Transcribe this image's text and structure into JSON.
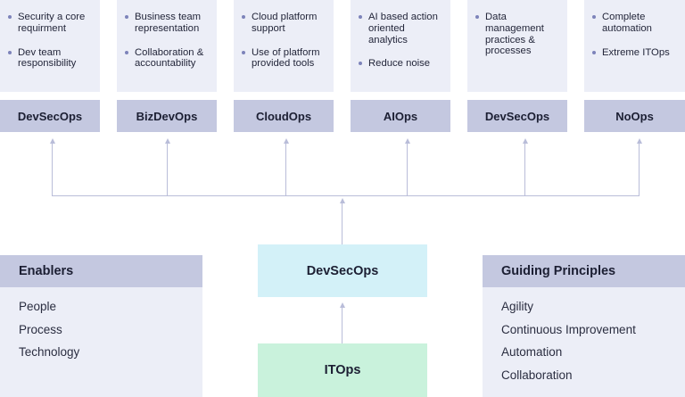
{
  "top_cards": [
    {
      "tile_label": "DevSecOps",
      "bullets": [
        "Security a core requirment",
        "Dev team responsibility"
      ]
    },
    {
      "tile_label": "BizDevOps",
      "bullets": [
        "Business team representation",
        "Collaboration & accountability"
      ]
    },
    {
      "tile_label": "CloudOps",
      "bullets": [
        "Cloud platform support",
        "Use of platform provided tools"
      ]
    },
    {
      "tile_label": "AIOps",
      "bullets": [
        "AI based action oriented analytics",
        "Reduce noise"
      ]
    },
    {
      "tile_label": "DevSecOps",
      "bullets": [
        "Data management practices & processes"
      ]
    },
    {
      "tile_label": "NoOps",
      "bullets": [
        "Complete automation",
        "Extreme ITOps"
      ]
    }
  ],
  "center": {
    "devsecops_label": "DevSecOps",
    "itops_label": "ITOps"
  },
  "enablers": {
    "title": "Enablers",
    "items": [
      "People",
      "Process",
      "Technology"
    ]
  },
  "guiding_principles": {
    "title": "Guiding Principles",
    "items": [
      "Agility",
      "Continuous Improvement",
      "Automation",
      "Collaboration"
    ]
  },
  "colors": {
    "tile": "#c4c8e0",
    "card": "#eceef7",
    "devsecops_box": "#d3f1f8",
    "itops_box": "#c9f2dc",
    "connector": "#b9bdd9",
    "bullet": "#7d83ba"
  }
}
